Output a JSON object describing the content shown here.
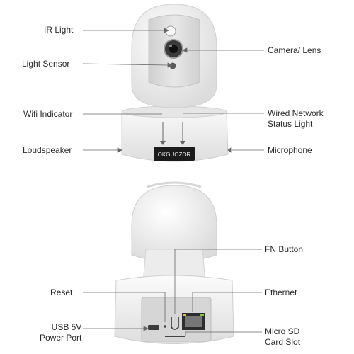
{
  "brand": "OKGUOZOR",
  "callouts": {
    "ir_light": "IR Light",
    "light_sensor": "Light Sensor",
    "wifi_indicator": "Wifi Indicator",
    "loudspeaker": "Loudspeaker",
    "camera_lens": "Camera/ Lens",
    "wired_network_status_light": "Wired Network\nStatus Light",
    "microphone": "Microphone",
    "fn_button": "FN Button",
    "reset": "Reset",
    "ethernet": "Ethernet",
    "usb_power_port": "USB 5V\nPower Port",
    "micro_sd_card_slot": "Micro SD\nCard Slot"
  },
  "colors": {
    "body": "#f4f4f4",
    "shade": "#e0e0e0",
    "dark_panel": "#c9c9c9",
    "lens": "#2b2b2b",
    "line": "#666666",
    "text": "#2a2a2a",
    "ethernet_accent": "#f0c020"
  }
}
